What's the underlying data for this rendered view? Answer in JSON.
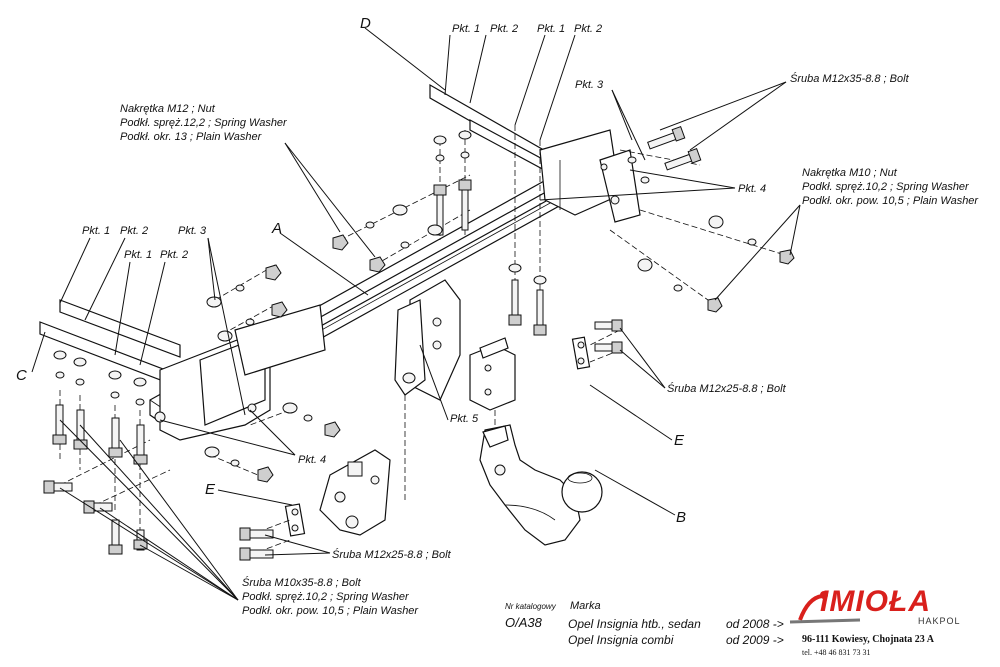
{
  "letters": {
    "a": "A",
    "b": "B",
    "c": "C",
    "d": "D",
    "e1": "E",
    "e2": "E"
  },
  "pkt": {
    "d1": "Pkt. 1",
    "d2": "Pkt. 2",
    "d3": "Pkt. 1",
    "d4": "Pkt. 2",
    "p3top": "Pkt. 3",
    "p4top": "Pkt. 4",
    "c1": "Pkt. 1",
    "c2": "Pkt. 2",
    "c3": "Pkt. 1",
    "c4": "Pkt. 2",
    "c5": "Pkt. 3",
    "p4low": "Pkt. 4",
    "p5": "Pkt. 5"
  },
  "callouts": {
    "bolt_m12x35": "Śruba M12x35-8.8 ;  Bolt",
    "m10_nut": "Nakrętka  M10 ; Nut",
    "m10_spring": "Podkł. spręż.10,2 ; Spring Washer",
    "m10_plain": "Podkł. okr. pow. 10,5 ; Plain Washer",
    "m12_nut": "Nakrętka  M12 ; Nut",
    "m12_spring": "Podkł. spręż.12,2 ; Spring Washer",
    "m12_plain": "Podkł. okr. 13 ; Plain Washer",
    "bolt_m12x25_right": "Śruba M12x25-8.8 ;  Bolt",
    "bolt_m12x25_low": "Śruba M12x25-8.8 ;  Bolt",
    "m10x35_bolt": "Śruba M10x35-8.8 ;  Bolt",
    "m10x35_spring": "Podkł. spręż.10,2 ; Spring Washer",
    "m10x35_plain": "Podkł. okr. pow. 10,5 ; Plain Washer"
  },
  "title_block": {
    "cat_label": "Nr katalogowy",
    "cat_no": "O/A38",
    "make_label": "Marka",
    "model1": "Opel Insignia htb., sedan",
    "model2": "Opel Insignia combi",
    "date1": "od 2008 ->",
    "date2": "od 2009 ->",
    "brand": "IMIOŁA",
    "brand_sub": "HAKPOL",
    "address": "96-111 Kowiesy, Chojnata 23 A",
    "phone": "tel. +48 46 831 73 31",
    "logo_color": "#d9201c"
  }
}
